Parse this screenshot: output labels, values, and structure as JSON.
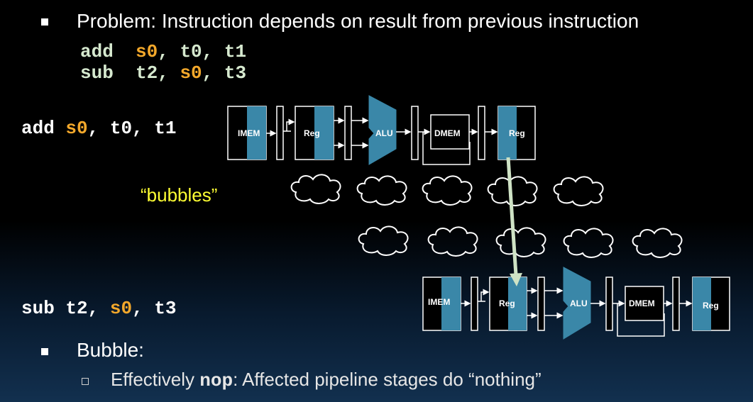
{
  "colors": {
    "accent": "#f3a82b",
    "code": "#d6e9cf",
    "bubbles_label": "#ffff33",
    "stage_fill": "#3a87a8",
    "forward_arrow": "#cfe3c5"
  },
  "bullets": [
    {
      "text": "Problem: Instruction depends on result from previous instruction"
    },
    {
      "text": "Bubble:"
    }
  ],
  "code_lines": [
    {
      "op": "add",
      "dest": "s0",
      "sep": ",",
      "rest": ", t0, t1"
    },
    {
      "op": "sub",
      "dest": "t2,",
      "src": "s0",
      "rest": ", t3"
    }
  ],
  "instr_add": {
    "op": "add",
    "reg": "s0",
    "rest": ", t0, t1"
  },
  "instr_sub": {
    "op": "sub",
    "pre": "t2,",
    "reg": "s0",
    "rest": ", t3"
  },
  "bubbles_label": "“bubbles”",
  "sub_bullet": {
    "pre": "Effectively ",
    "code": "nop",
    "post": ": Affected pipeline stages do “nothing”"
  },
  "pipeline": {
    "imem": "IMEM",
    "reg": "Reg",
    "alu": "ALU",
    "dmem": "DMEM",
    "wb": "Reg"
  }
}
